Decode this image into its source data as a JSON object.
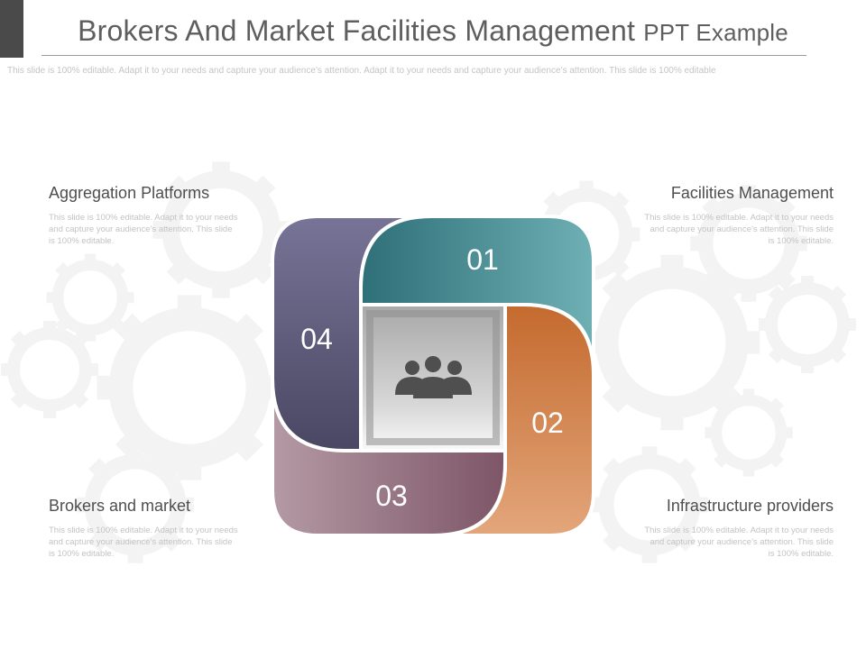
{
  "slide": {
    "title_main": "Brokers And Market Facilities Management",
    "title_suffix": "PPT Example",
    "subtitle": "This slide is 100% editable. Adapt it to your needs and capture your audience’s attention. Adapt it to your needs and capture your audience’s attention. This slide is 100% editable"
  },
  "diagram": {
    "numbers": [
      "01",
      "02",
      "03",
      "04"
    ],
    "colors": {
      "teal": "#3f8e94",
      "orange": "#cf7c43",
      "mauve": "#8a5f73",
      "slate": "#595775"
    },
    "center_icon": "business-team-icon"
  },
  "blocks": [
    {
      "title": "Aggregation  Platforms",
      "text": "This slide is 100% editable. Adapt it to your needs and capture your audience’s attention. This slide is 100% editable."
    },
    {
      "title": "Facilities Management",
      "text": "This slide is 100% editable. Adapt it to your needs and capture your audience’s attention. This slide is 100% editable."
    },
    {
      "title": "Brokers and market",
      "text": "This slide is 100% editable. Adapt it to your needs and capture your audience’s attention. This slide is 100% editable."
    },
    {
      "title": "Infrastructure providers",
      "text": "This slide is 100% editable. Adapt it to your needs and capture your audience’s attention. This slide is 100% editable."
    }
  ]
}
